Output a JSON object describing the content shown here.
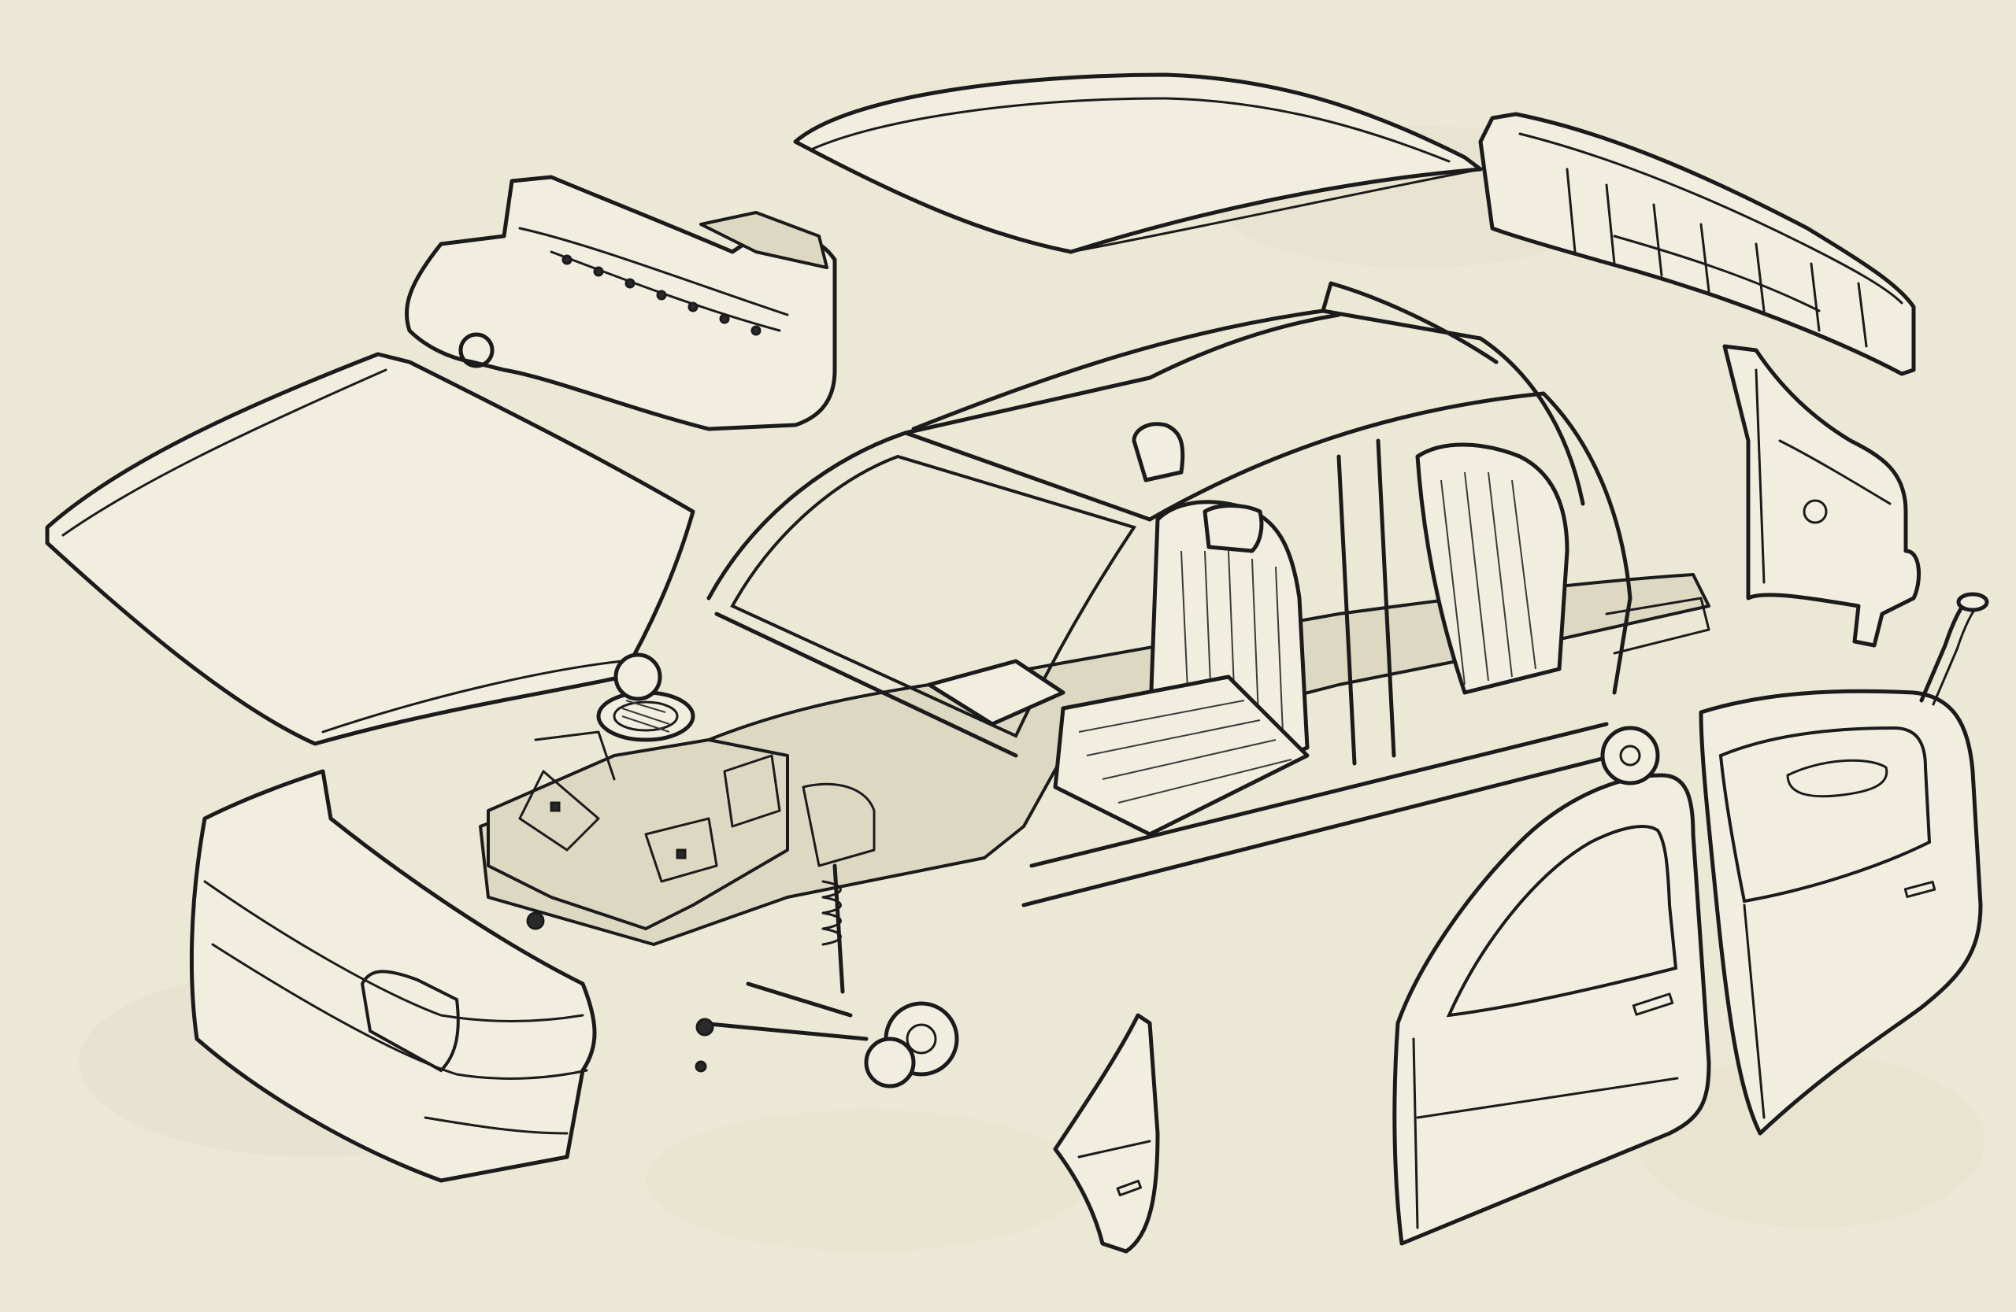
{
  "figure": {
    "colors": {
      "paper": "#ece8d6",
      "ink": "#1b1b1b",
      "panel_fill": "#f1eee0",
      "shade_fill": "#ddd8c2"
    },
    "parts": [
      {
        "name": "roof-panel"
      },
      {
        "name": "tailgate"
      },
      {
        "name": "front-cowl-panel"
      },
      {
        "name": "bonnet"
      },
      {
        "name": "body-shell"
      },
      {
        "name": "front-bumper"
      },
      {
        "name": "rear-quarter-panel"
      },
      {
        "name": "front-wing"
      },
      {
        "name": "front-door"
      },
      {
        "name": "rear-door"
      },
      {
        "name": "engine-assembly"
      },
      {
        "name": "front-suspension"
      }
    ]
  }
}
